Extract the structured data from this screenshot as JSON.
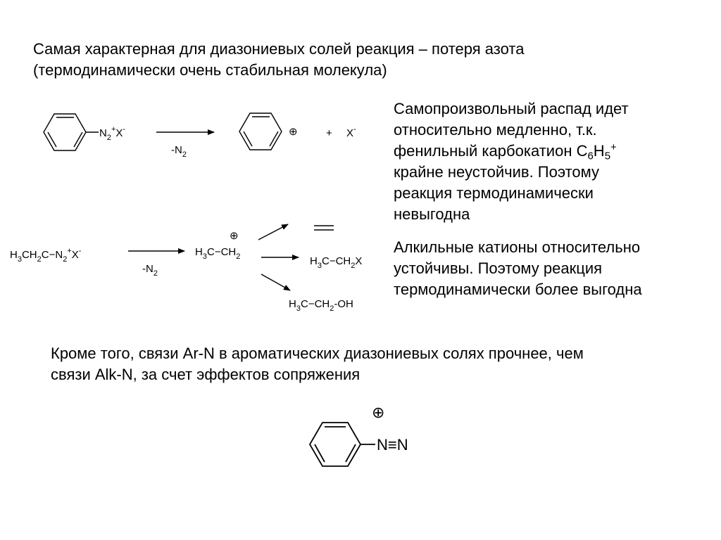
{
  "intro": {
    "line1": "Самая характерная для диазониевых солей реакция – потеря азота",
    "line2": "(термодинамически очень стабильная молекула)"
  },
  "benzene_note": {
    "line1": "Самопроизвольный распад идет",
    "line2": "относительно медленно, т.к.",
    "line3_prefix": "фенильный карбокатион С",
    "line3_sub1": "6",
    "line3_mid": "Н",
    "line3_sub2": "5",
    "line3_sup": "+",
    "line4": "крайне неустойчив. Поэтому",
    "line5": "реакция термодинамически",
    "line6": "невыгодна"
  },
  "alkyl_note": {
    "line1": "Алкильные катионы относительно",
    "line2": "устойчивы. Поэтому реакция",
    "line3": "термодинамически более выгодна"
  },
  "conjugation_note": {
    "line1": "Кроме того, связи Ar-N в ароматических диазониевых солях прочнее, чем",
    "line2": "связи Alk-N, за счет эффектов сопряжения"
  },
  "scheme1": {
    "reactant_n": "N",
    "reactant_n_sub": "2",
    "reactant_sup": "+",
    "reactant_x": "X",
    "reactant_x_sup": "-",
    "condition_prefix": "-N",
    "condition_sub": "2",
    "charge": "⊕",
    "plus": "+",
    "anion": "X",
    "anion_sup": "-"
  },
  "scheme2": {
    "reactant_h": "H",
    "reactant_h_sub": "3",
    "reactant_c": "CH",
    "reactant_c_sub": "2",
    "reactant_c2": "C−N",
    "reactant_n_sub": "2",
    "reactant_sup": "+",
    "reactant_x": "X",
    "reactant_x_sup": "-",
    "condition_prefix": "-N",
    "condition_sub": "2",
    "cation_h": "H",
    "cation_h_sub": "3",
    "cation_c": "C",
    "cation_dash": "−",
    "cation_ch": "CH",
    "cation_ch_sub": "2",
    "charge": "⊕",
    "product_halide_h": "H",
    "product_halide_h_sub": "3",
    "product_halide_c": "C",
    "product_halide_dash": "−",
    "product_halide_ch": "CH",
    "product_halide_ch_sub": "2",
    "product_halide_x": "X",
    "product_alcohol_h": "H",
    "product_alcohol_h_sub": "3",
    "product_alcohol_c": "C",
    "product_alcohol_dash": "−",
    "product_alcohol_ch": "CH",
    "product_alcohol_ch_sub": "2",
    "product_alcohol_oh": "-OH"
  },
  "scheme3": {
    "charge": "⊕",
    "n1": "N",
    "triple": "≡",
    "n2": "N"
  }
}
